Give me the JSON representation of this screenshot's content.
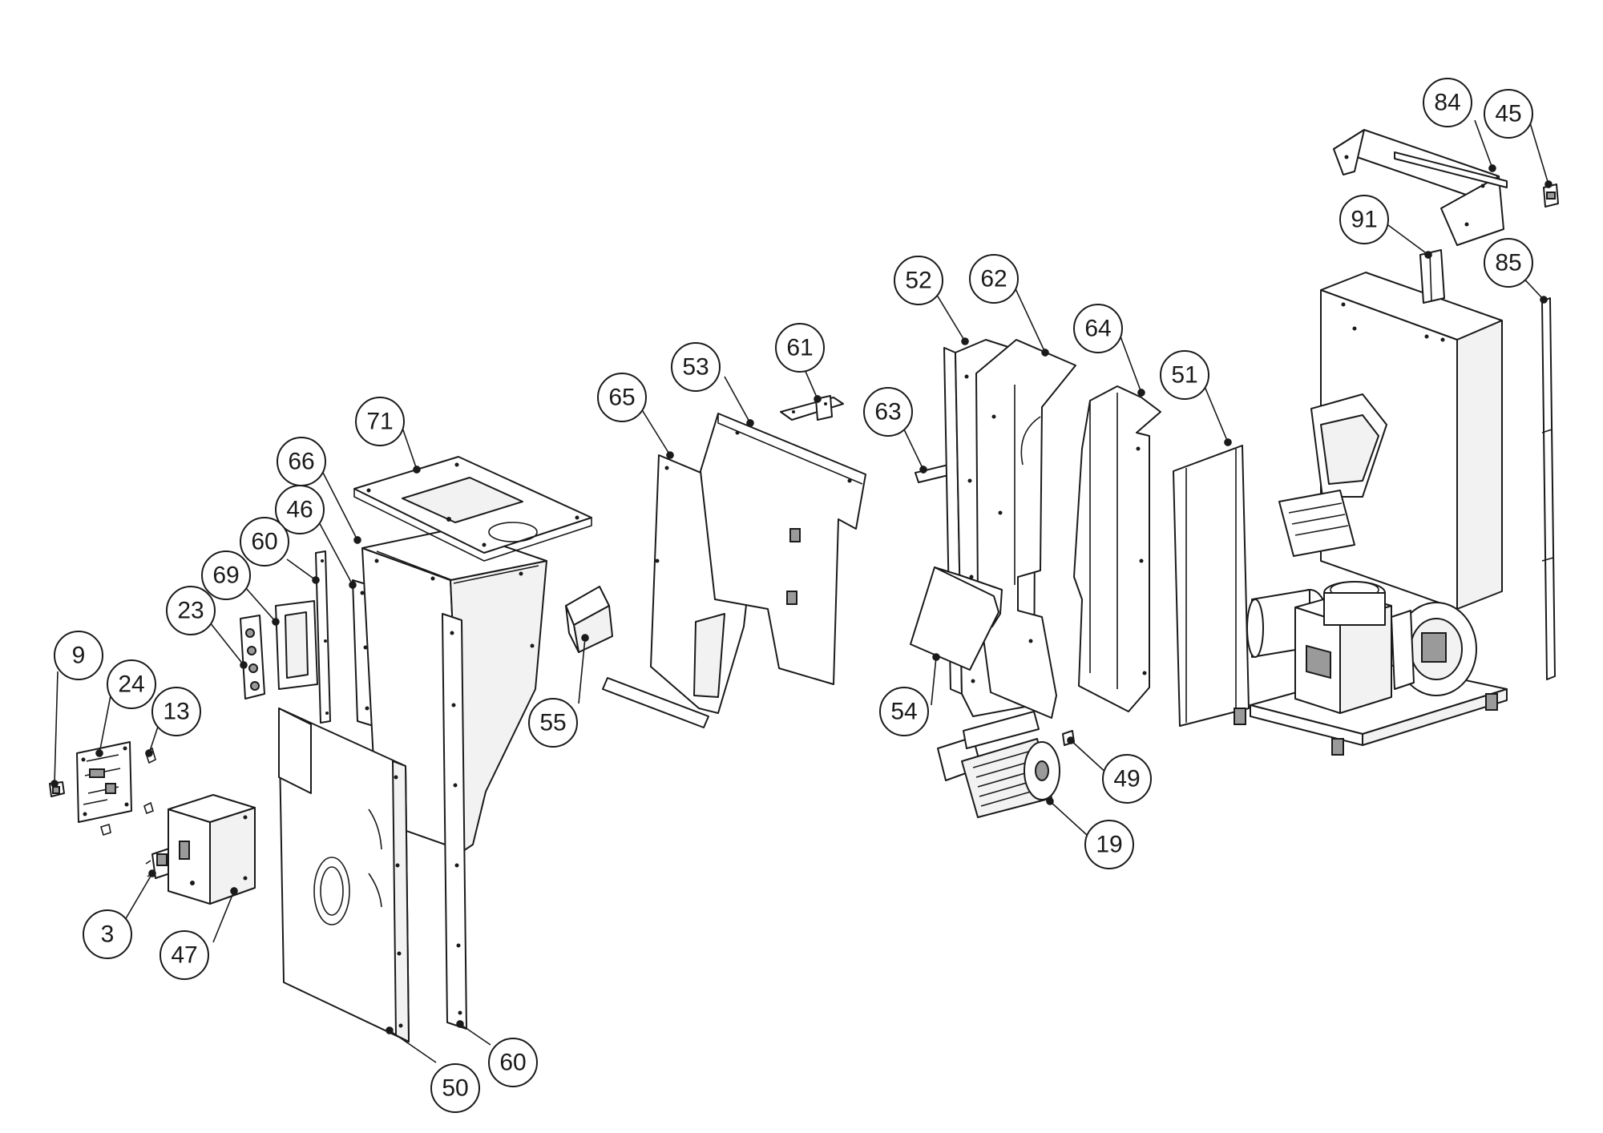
{
  "callouts": [
    "84",
    "45",
    "91",
    "85",
    "52",
    "62",
    "64",
    "51",
    "61",
    "53",
    "65",
    "63",
    "71",
    "66",
    "46",
    "60",
    "69",
    "23",
    "9",
    "24",
    "13",
    "55",
    "54",
    "49",
    "19",
    "3",
    "47",
    "50",
    "60"
  ]
}
